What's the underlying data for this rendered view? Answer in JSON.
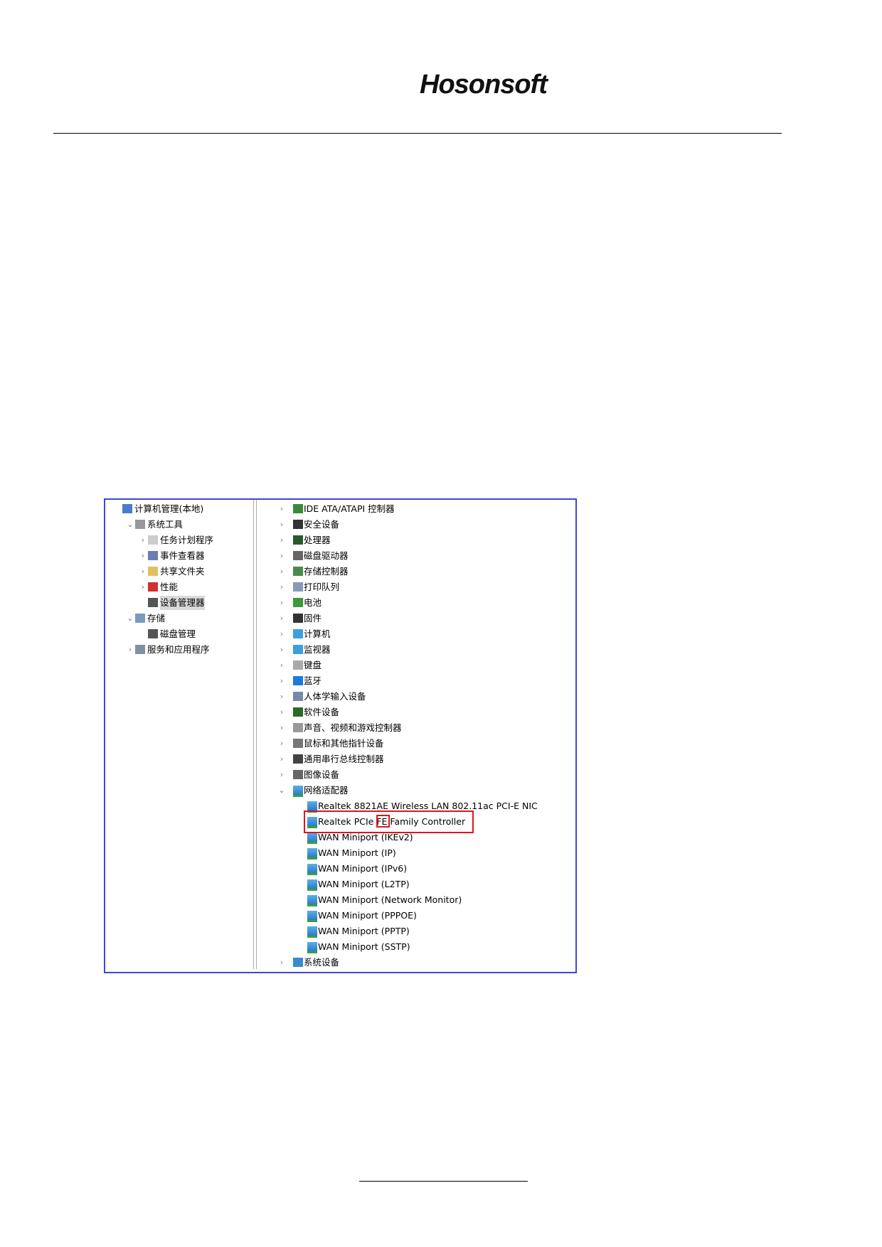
{
  "header": {
    "logo": "Hosonsoft"
  },
  "left_tree": [
    {
      "label": "计算机管理(本地)",
      "level": 0,
      "chev": "",
      "icon": "computer-management-icon",
      "color": "#4a7bd0"
    },
    {
      "label": "系统工具",
      "level": 1,
      "chev": "v",
      "icon": "tools-icon",
      "color": "#999999"
    },
    {
      "label": "任务计划程序",
      "level": 2,
      "chev": ">",
      "icon": "clock-icon",
      "color": "#cccccc"
    },
    {
      "label": "事件查看器",
      "level": 2,
      "chev": ">",
      "icon": "event-viewer-icon",
      "color": "#6a7fb0"
    },
    {
      "label": "共享文件夹",
      "level": 2,
      "chev": ">",
      "icon": "shared-folder-icon",
      "color": "#e0c060"
    },
    {
      "label": "性能",
      "level": 2,
      "chev": ">",
      "icon": "performance-icon",
      "color": "#d03030"
    },
    {
      "label": "设备管理器",
      "level": 2,
      "chev": "",
      "icon": "device-manager-icon",
      "color": "#555555",
      "selected": true
    },
    {
      "label": "存储",
      "level": 1,
      "chev": "v",
      "icon": "storage-icon",
      "color": "#7a9ac0"
    },
    {
      "label": "磁盘管理",
      "level": 2,
      "chev": "",
      "icon": "disk-management-icon",
      "color": "#555555"
    },
    {
      "label": "服务和应用程序",
      "level": 1,
      "chev": ">",
      "icon": "services-icon",
      "color": "#8090a0"
    }
  ],
  "right_tree": [
    {
      "label": "IDE ATA/ATAPI 控制器",
      "level": 0,
      "chev": ">",
      "icon": "ide-controller-icon",
      "color": "#3a8a3a"
    },
    {
      "label": "安全设备",
      "level": 0,
      "chev": ">",
      "icon": "security-device-icon",
      "color": "#333333"
    },
    {
      "label": "处理器",
      "level": 0,
      "chev": ">",
      "icon": "processor-icon",
      "color": "#2a5a2a"
    },
    {
      "label": "磁盘驱动器",
      "level": 0,
      "chev": ">",
      "icon": "disk-drive-icon",
      "color": "#666666"
    },
    {
      "label": "存储控制器",
      "level": 0,
      "chev": ">",
      "icon": "storage-controller-icon",
      "color": "#4a8a4a"
    },
    {
      "label": "打印队列",
      "level": 0,
      "chev": ">",
      "icon": "printer-icon",
      "color": "#8899bb"
    },
    {
      "label": "电池",
      "level": 0,
      "chev": ">",
      "icon": "battery-icon",
      "color": "#3a9a3a"
    },
    {
      "label": "固件",
      "level": 0,
      "chev": ">",
      "icon": "firmware-icon",
      "color": "#333333"
    },
    {
      "label": "计算机",
      "level": 0,
      "chev": ">",
      "icon": "computer-icon",
      "color": "#3aa0e0"
    },
    {
      "label": "监视器",
      "level": 0,
      "chev": ">",
      "icon": "monitor-icon",
      "color": "#3aa0e0"
    },
    {
      "label": "键盘",
      "level": 0,
      "chev": ">",
      "icon": "keyboard-icon",
      "color": "#aaaaaa"
    },
    {
      "label": "蓝牙",
      "level": 0,
      "chev": ">",
      "icon": "bluetooth-icon",
      "color": "#1a7ae0"
    },
    {
      "label": "人体学输入设备",
      "level": 0,
      "chev": ">",
      "icon": "hid-icon",
      "color": "#7788aa"
    },
    {
      "label": "软件设备",
      "level": 0,
      "chev": ">",
      "icon": "software-device-icon",
      "color": "#2a6a2a"
    },
    {
      "label": "声音、视频和游戏控制器",
      "level": 0,
      "chev": ">",
      "icon": "speaker-icon",
      "color": "#999999"
    },
    {
      "label": "鼠标和其他指针设备",
      "level": 0,
      "chev": ">",
      "icon": "mouse-icon",
      "color": "#777777"
    },
    {
      "label": "通用串行总线控制器",
      "level": 0,
      "chev": ">",
      "icon": "usb-icon",
      "color": "#444444"
    },
    {
      "label": "图像设备",
      "level": 0,
      "chev": ">",
      "icon": "camera-icon",
      "color": "#666666"
    },
    {
      "label": "网络适配器",
      "level": 0,
      "chev": "v",
      "icon": "network-adapter-icon",
      "color": "net"
    },
    {
      "label": "Realtek 8821AE Wireless LAN 802.11ac PCI-E NIC",
      "level": 1,
      "chev": "",
      "icon": "network-adapter-icon",
      "color": "net"
    },
    {
      "label": "Realtek PCIe FE Family Controller",
      "level": 1,
      "chev": "",
      "icon": "network-adapter-icon",
      "color": "net",
      "highlighted": true
    },
    {
      "label": "WAN Miniport (IKEv2)",
      "level": 1,
      "chev": "",
      "icon": "network-adapter-icon",
      "color": "net"
    },
    {
      "label": "WAN Miniport (IP)",
      "level": 1,
      "chev": "",
      "icon": "network-adapter-icon",
      "color": "net"
    },
    {
      "label": "WAN Miniport (IPv6)",
      "level": 1,
      "chev": "",
      "icon": "network-adapter-icon",
      "color": "net"
    },
    {
      "label": "WAN Miniport (L2TP)",
      "level": 1,
      "chev": "",
      "icon": "network-adapter-icon",
      "color": "net"
    },
    {
      "label": "WAN Miniport (Network Monitor)",
      "level": 1,
      "chev": "",
      "icon": "network-adapter-icon",
      "color": "net"
    },
    {
      "label": "WAN Miniport (PPPOE)",
      "level": 1,
      "chev": "",
      "icon": "network-adapter-icon",
      "color": "net"
    },
    {
      "label": "WAN Miniport (PPTP)",
      "level": 1,
      "chev": "",
      "icon": "network-adapter-icon",
      "color": "net"
    },
    {
      "label": "WAN Miniport (SSTP)",
      "level": 1,
      "chev": "",
      "icon": "network-adapter-icon",
      "color": "net"
    },
    {
      "label": "系统设备",
      "level": 0,
      "chev": ">",
      "icon": "system-device-icon",
      "color": "#3a8ad0"
    }
  ],
  "colors": {
    "frame": "#3f48cc",
    "highlight": "#e0141e"
  }
}
